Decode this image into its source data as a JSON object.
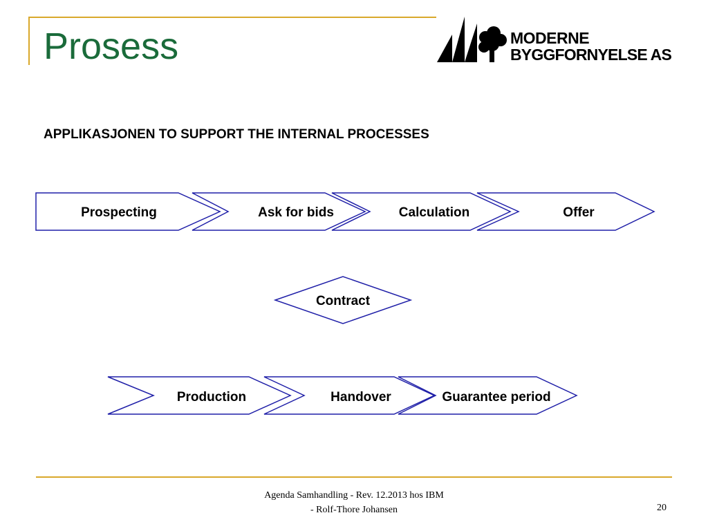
{
  "slide": {
    "title": "Prosess",
    "subtitle": "APPLIKASJONEN TO SUPPORT THE INTERNAL PROCESSES"
  },
  "logo": {
    "line1": "MODERNE",
    "line2": "BYGGFORNYELSE AS"
  },
  "process_row1": {
    "steps": [
      "Prospecting",
      "Ask for bids",
      "Calculation",
      "Offer"
    ]
  },
  "decision": {
    "label": "Contract"
  },
  "process_row2": {
    "steps": [
      "Production",
      "Handover",
      "Guarantee period"
    ]
  },
  "footer": {
    "line1": "Agenda Samhandling - Rev. 12.2013 hos IBM",
    "line2": "- Rolf-Thore Johansen",
    "page_number": "20"
  },
  "colors": {
    "title": "#1a6b3a",
    "shape_border": "#1f1fa8",
    "accent_rule": "#d9a82a",
    "logo": "#000000"
  }
}
